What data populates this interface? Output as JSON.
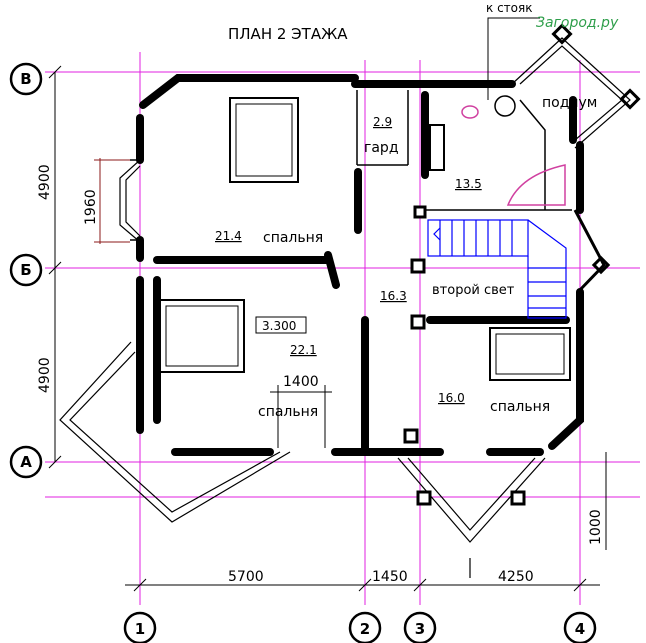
{
  "title": "ПЛАН 2 ЭТАЖА",
  "watermark": "Загород.ру",
  "riser_note": "к стояк",
  "rooms": {
    "bedroom1": {
      "area": "21.4",
      "name": "спальня"
    },
    "bedroom2": {
      "area": "22.1",
      "name": "спальня"
    },
    "bedroom3": {
      "area": "16.0",
      "name": "спальня"
    },
    "wardrobe": {
      "area": "2.9",
      "name": "гард"
    },
    "bath": {
      "area": "13.5"
    },
    "hall": {
      "area": "16.3"
    },
    "podium": {
      "name": "подиум"
    },
    "second_light": {
      "name": "второй свет"
    }
  },
  "level": "3.300",
  "dims": {
    "bottom_1": "5700",
    "bottom_2": "1450",
    "bottom_3": "4250",
    "left_1": "4900",
    "left_2": "4900",
    "bay": "1960",
    "door": "1400",
    "balcony": "1000"
  },
  "axes": {
    "row_top": "В",
    "row_mid": "Б",
    "row_bot": "А",
    "col_1": "1",
    "col_2": "2",
    "col_3": "3",
    "col_4": "4"
  },
  "colors": {
    "walls": "#000000",
    "axes": "#e020e0",
    "stairs": "#0000ff",
    "dimensions": "#8b1a1a",
    "bathtub": "#d040a0",
    "watermark": "#2e9e4a"
  }
}
